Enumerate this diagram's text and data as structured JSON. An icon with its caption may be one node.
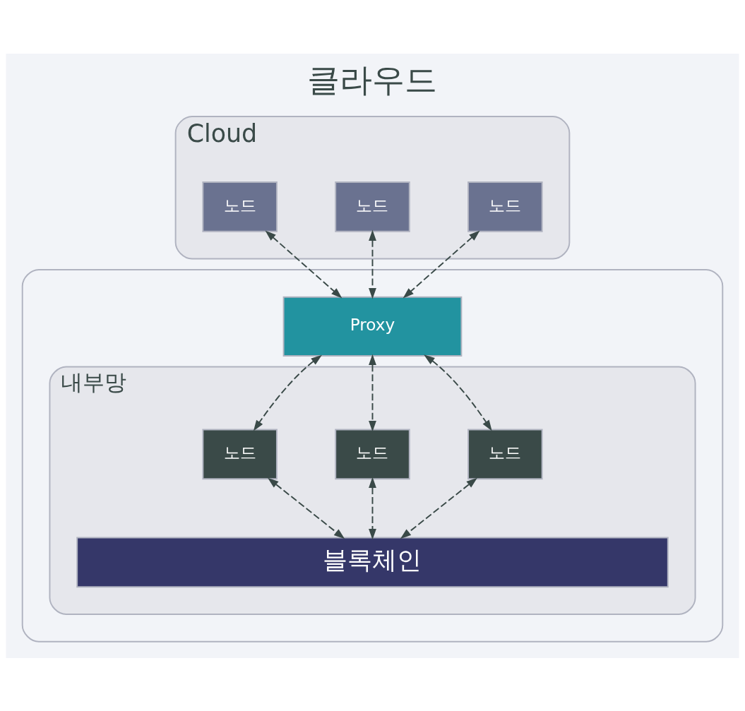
{
  "diagram": {
    "title": "클라우드",
    "nodes": [
      {
        "text": [
          "Cloud"
        ]
      },
      {
        "text": [
          "노드"
        ],
        "in": 0
      },
      {
        "text": [
          "노드"
        ],
        "in": 0
      },
      {
        "text": [
          "노드"
        ],
        "in": 0
      },
      {
        "text": [],
        "shape": "box"
      },
      {
        "text": [
          "Proxy"
        ],
        "in": 4
      },
      {
        "text": [
          "내부망"
        ],
        "in": 4
      },
      {
        "text": [
          "노드"
        ],
        "in": 6
      },
      {
        "text": [
          "노드"
        ],
        "in": 6
      },
      {
        "text": [
          "노드"
        ],
        "in": 6
      },
      {
        "text": [
          "블록체인"
        ],
        "in": 6
      }
    ],
    "edges": [
      {
        "from": 1,
        "to": 5,
        "arrow": "both",
        "style": "dashed"
      },
      {
        "from": 2,
        "to": 5,
        "arrow": "both",
        "style": "dashed"
      },
      {
        "from": 3,
        "to": 5,
        "arrow": "both",
        "style": "dashed"
      },
      {
        "from": 5,
        "to": 7,
        "arrow": "both",
        "style": "dashed"
      },
      {
        "from": 5,
        "to": 8,
        "arrow": "both",
        "style": "dashed"
      },
      {
        "from": 5,
        "to": 9,
        "arrow": "both",
        "style": "dashed"
      },
      {
        "from": 7,
        "to": 10,
        "arrow": "both",
        "style": "dashed"
      },
      {
        "from": 8,
        "to": 10,
        "arrow": "both",
        "style": "dashed"
      },
      {
        "from": 9,
        "to": 10,
        "arrow": "both",
        "style": "dashed"
      }
    ]
  }
}
